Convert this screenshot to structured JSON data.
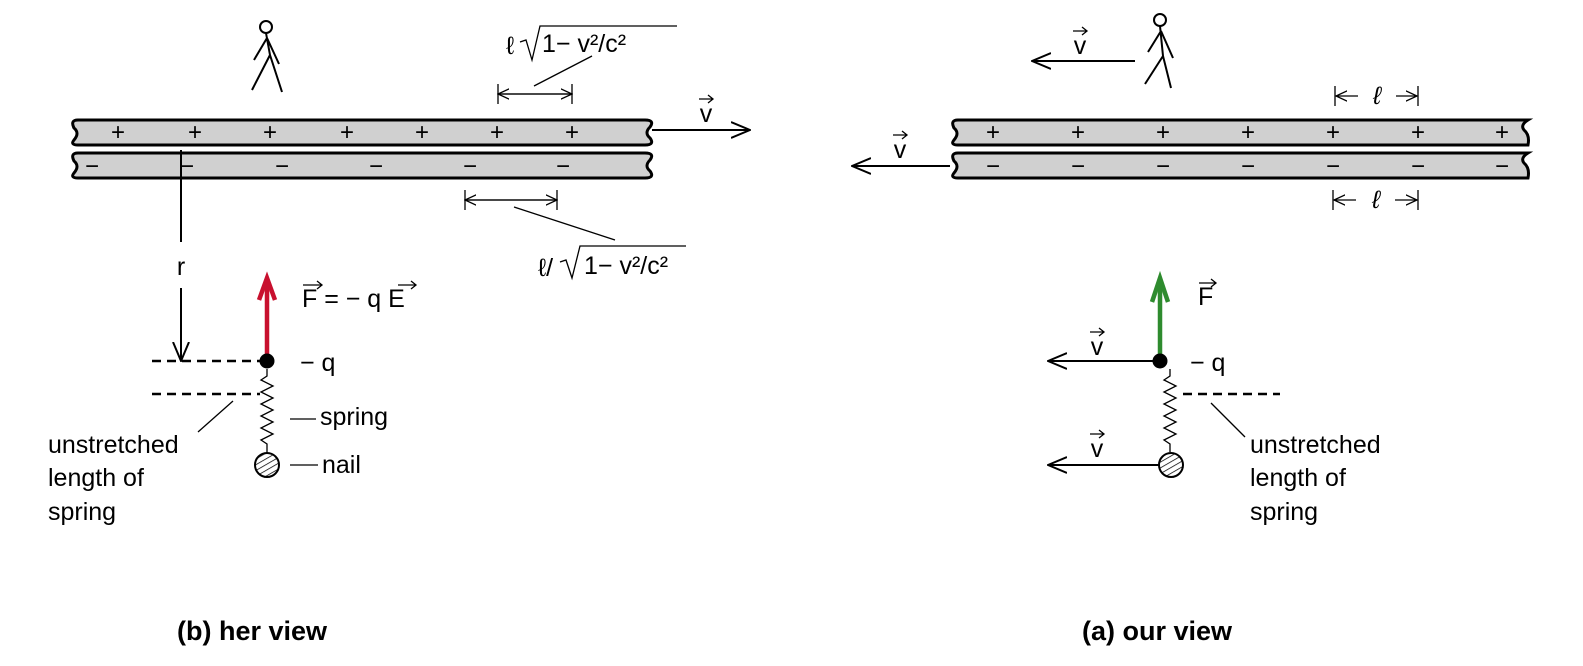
{
  "left_panel": {
    "caption": "(b) her view",
    "plus_sign": "+",
    "minus_sign": "−",
    "velocity_label": "v",
    "top_spacing": {
      "ell": "ℓ",
      "radicand": "1− v²/c²"
    },
    "bottom_spacing": {
      "ell": "ℓ/",
      "radicand": "1− v²/c²"
    },
    "distance_label": "r",
    "force_label": "F = − q E",
    "charge_label": "− q",
    "spring_label": "spring",
    "nail_label": "nail",
    "unstretched_label": [
      "unstretched",
      "length of",
      "spring"
    ],
    "force_color": "#c8102e"
  },
  "right_panel": {
    "caption": "(a) our view",
    "plus_sign": "+",
    "minus_sign": "−",
    "velocity_label": "v",
    "spacing_label": "ℓ",
    "force_label": "F",
    "charge_label": "− q",
    "unstretched_label": [
      "unstretched",
      "length of",
      "spring"
    ],
    "force_color": "#2e8b2e"
  }
}
